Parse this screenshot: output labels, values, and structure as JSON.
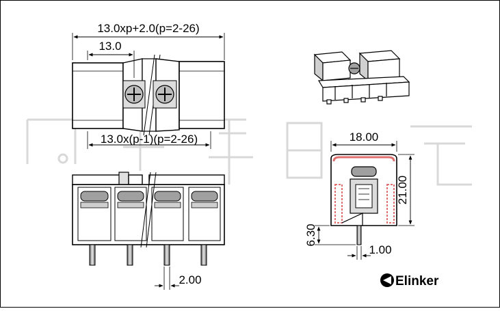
{
  "dimensions": {
    "overall_length": "13.0xp+2.0(p=2-26)",
    "unit_pitch": "13.0",
    "pitch_span": "13.0x(p-1)(p=2-26)",
    "body_width": "18.00",
    "body_height": "21.00",
    "pin_length": "6.30",
    "pin_thickness": "1.00",
    "pin_width": "2.00"
  },
  "brand": {
    "name": "Elinker"
  },
  "colors": {
    "line": "#000000",
    "body_fill": "#ffffff",
    "clamp_fill": "#a0a0a0",
    "pin_fill": "#909090",
    "watermark": "#d8d8d8",
    "section_hatch": "#e07070"
  }
}
